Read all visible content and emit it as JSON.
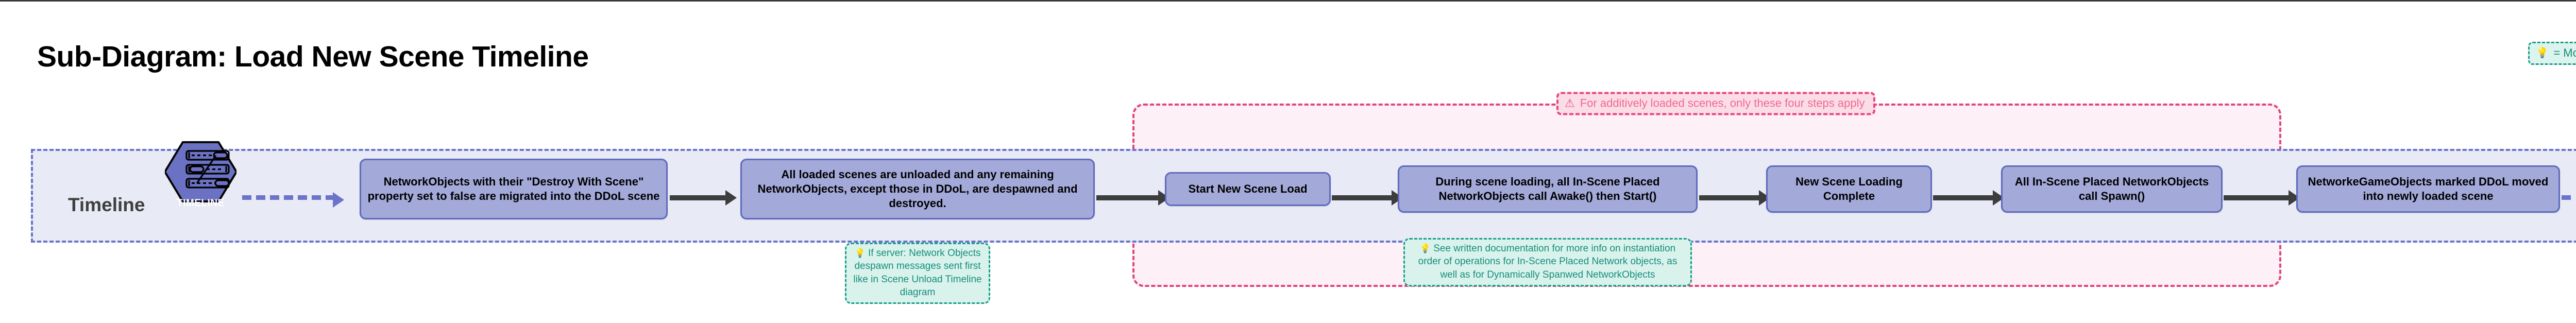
{
  "title": "Sub-Diagram: Load New Scene Timeline",
  "legend": {
    "icon": "lightbulb-icon",
    "label": "= More info"
  },
  "lane": {
    "label": "Timeline",
    "icon_caption": "TIMELINE",
    "icon": "timeline-tracks-icon"
  },
  "additive_note": {
    "icon": "warning-icon",
    "text": "For additively loaded scenes, only these four steps apply"
  },
  "nodes": [
    {
      "id": "migrate-ddol",
      "text": "NetworkObjects with their \"Destroy With Scene\" property set to false are migrated into the DDoL scene"
    },
    {
      "id": "unload-scenes",
      "text": "All loaded scenes are unloaded and any remaining NetworkObjects, except those in DDoL, are despawned and destroyed."
    },
    {
      "id": "start-load",
      "text": "Start New Scene Load"
    },
    {
      "id": "awake-start",
      "text": "During scene loading, all In-Scene Placed NetworkObjects call Awake() then Start()"
    },
    {
      "id": "load-complete",
      "text": "New Scene Loading Complete"
    },
    {
      "id": "call-spawn",
      "text": "All In-Scene Placed NetworkObjects call Spawn()"
    },
    {
      "id": "move-ddol",
      "text": "NetworkeGameObjects marked DDoL moved into newly loaded scene"
    }
  ],
  "notes": [
    {
      "id": "server-despawn",
      "icon": "lightbulb-icon",
      "text": "If server: Network Objects despawn messages sent first like in Scene Unload Timeline diagram"
    },
    {
      "id": "written-docs",
      "icon": "lightbulb-icon",
      "text": "See written documentation for more info on instantiation order of operations for In-Scene Placed Network objects, as well as for Dynamically Spanwed NetworkObjects"
    }
  ],
  "colors": {
    "node_fill": "#a3a9d9",
    "node_border": "#5f6bbd",
    "lane_fill": "#e8eaf6",
    "lane_border": "#6b74c9",
    "note_green_fill": "#d9f2ec",
    "note_green_border": "#17a08a",
    "additive_fill": "#fdf0f6",
    "additive_border": "#e0457b"
  }
}
